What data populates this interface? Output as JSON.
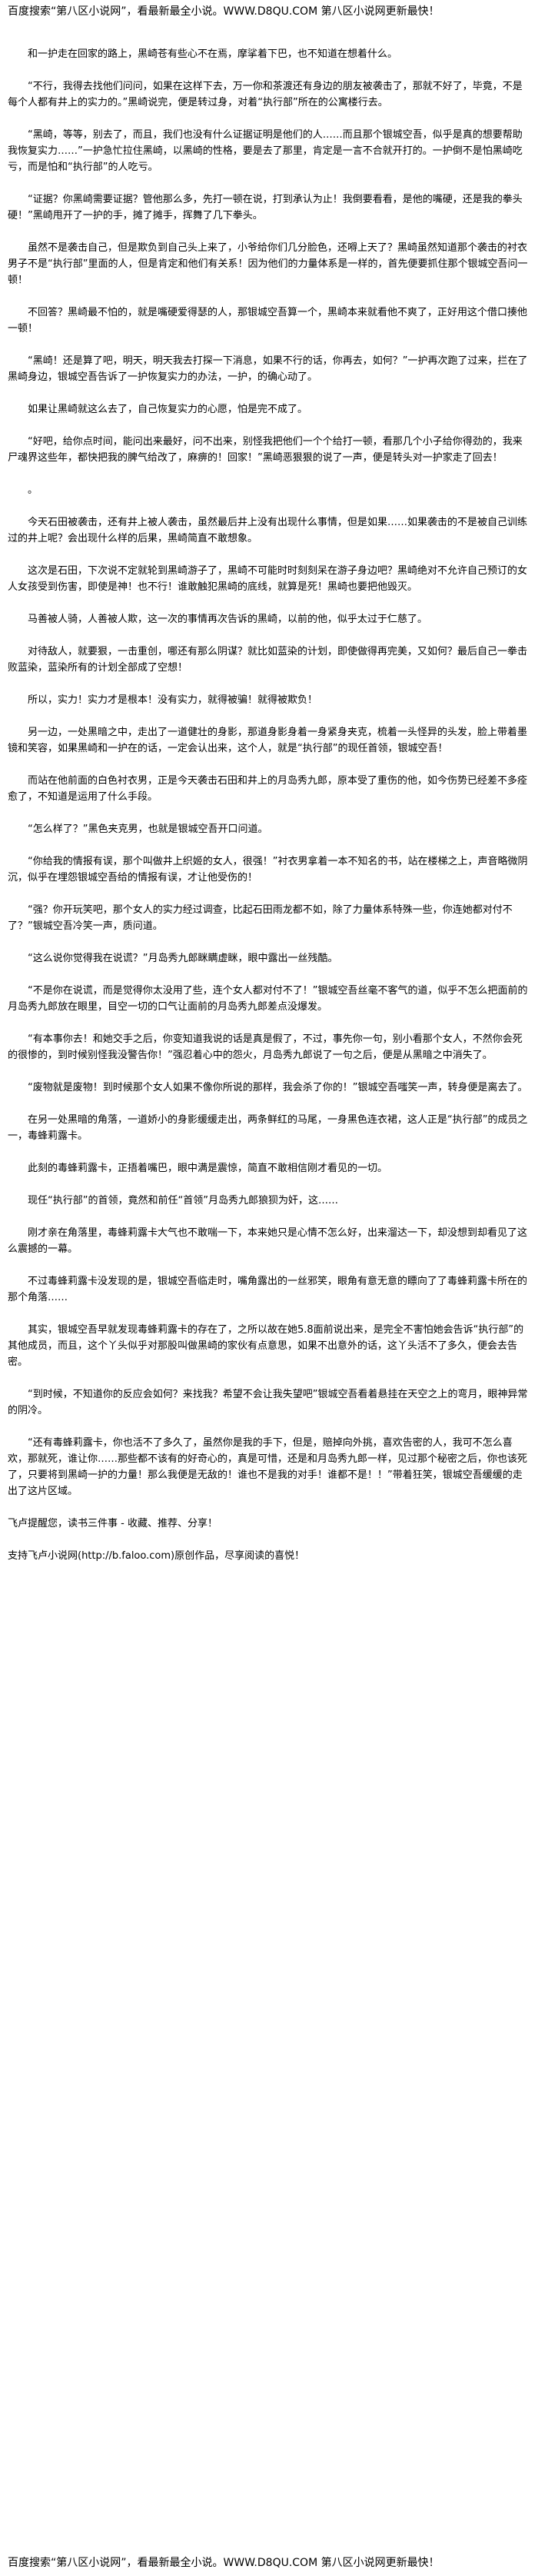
{
  "header_banner": "百度搜索“第八区小说网”，看最新最全小说。WWW.D8QU.COM  第八区小说网更新最快！",
  "paragraphs": [
    "和一护走在回家的路上，黑崎苍有些心不在焉，摩挲着下巴，也不知道在想着什么。",
    "“不行，我得去找他们问问，如果在这样下去，万一你和茶渡还有身边的朋友被袭击了，那就不好了，毕竟，不是每个人都有井上的实力的。”黑崎说完，便是转过身，对着“执行部”所在的公寓楼行去。",
    "“黑崎，等等，别去了，而且，我们也没有什么证据证明是他们的人……而且那个银城空吾，似乎是真的想要帮助我恢复实力……”一护急忙拉住黑崎，以黑崎的性格，要是去了那里，肯定是一言不合就开打的。一护倒不是怕黑崎吃亏，而是怕和“执行部”的人吃亏。",
    "“证据？你黑崎需要证据？管他那么多，先打一顿在说，打到承认为止！我倒要看看，是他的嘴硬，还是我的拳头硬！”黑崎甩开了一护的手，摊了摊手，挥舞了几下拳头。",
    "虽然不是袭击自己，但是欺负到自己头上来了，小爷给你们几分脸色，还嘚上天了？黑崎虽然知道那个袭击的衬衣男子不是“执行部”里面的人，但是肯定和他们有关系！因为他们的力量体系是一样的，首先便要抓住那个银城空吾问一顿！",
    "不回答？黑崎最不怕的，就是嘴硬爱得瑟的人，那银城空吾算一个，黑崎本来就看他不爽了，正好用这个借口揍他一顿！",
    "“黑崎！还是算了吧，明天，明天我去打探一下消息，如果不行的话，你再去，如何？”一护再次跑了过来，拦在了黑崎身边，银城空吾告诉了一护恢复实力的办法，一护，的确心动了。",
    "如果让黑崎就这么去了，自己恢复实力的心愿，怕是完不成了。",
    "“好吧，给你点时间，能问出来最好，问不出来，别怪我把他们一个个给打一顿，看那几个小子给你得劲的，我来尸魂界这些年，都快把我的脾气给改了，麻痹的！回家！”黑崎恶狠狠的说了一声，便是转头对一护家走了回去！",
    "。",
    "今天石田被袭击，还有井上被人袭击，虽然最后井上没有出现什么事情，但是如果……如果袭击的不是被自己训练过的井上呢？会出现什么样的后果，黑崎简直不敢想象。",
    "这次是石田，下次说不定就轮到黑崎游子了，黑崎不可能时时刻刻呆在游子身边吧？黑崎绝对不允许自己预订的女人女孩受到伤害，即使是神！也不行！谁敢触犯黑崎的底线，就算是死！黑崎也要把他毁灭。",
    "马善被人骑，人善被人欺，这一次的事情再次告诉的黑崎，以前的他，似乎太过于仁慈了。",
    "对待敌人，就要狠，一击重创，哪还有那么阴谋？就比如蓝染的计划，即使做得再完美，又如何？最后自己一拳击败蓝染，蓝染所有的计划全部成了空想！",
    "所以，实力！实力才是根本！没有实力，就得被骗！就得被欺负！",
    "另一边，一处黑暗之中，走出了一道健壮的身影，那道身影身着一身紧身夹克，梳着一头怪异的头发，脸上带着墨镜和笑容，如果黑崎和一护在的话，一定会认出来，这个人，就是“执行部”的现任首领，银城空吾！",
    "而站在他前面的白色衬衣男，正是今天袭击石田和井上的月岛秀九郎，原本受了重伤的他，如今伤势已经差不多痊愈了，不知道是运用了什么手段。",
    "“怎么样了？”黑色夹克男，也就是银城空吾开口问道。",
    "“你给我的情报有误，那个叫做井上织姬的女人，很强！”衬衣男拿着一本不知名的书，站在楼梯之上，声音略微阴沉，似乎在埋怨银城空吾给的情报有误，才让他受伤的！",
    "“强？你开玩笑吧，那个女人的实力经过调查，比起石田雨龙都不如，除了力量体系特殊一些，你连她都对付不了？”银城空吾冷笑一声，质问道。",
    "“这么说你觉得我在说谎？”月岛秀九郎眯瞒虚眯，眼中露出一丝残酷。",
    "“不是你在说谎，而是觉得你太没用了些，连个女人都对付不了！”银城空吾丝毫不客气的道，似乎不怎么把面前的月岛秀九郎放在眼里，目空一切的口气让面前的月岛秀九郎差点没爆发。",
    "“有本事你去！和她交手之后，你变知道我说的话是真是假了，不过，事先你一句，别小看那个女人，不然你会死的很惨的，到时候别怪我没警告你！”强忍着心中的怨火，月岛秀九郎说了一句之后，便是从黑暗之中消失了。",
    "“废物就是废物！到时候那个女人如果不像你所说的那样，我会杀了你的！”银城空吾嗤笑一声，转身便是离去了。",
    "在另一处黑暗的角落，一道娇小的身影缓缓走出，两条鲜红的马尾，一身黑色连衣裙，这人正是“执行部”的成员之一，毒蜂莉露卡。",
    "此刻的毒蜂莉露卡，正捂着嘴巴，眼中满是震惊，简直不敢相信刚才看见的一切。",
    "现任“执行部”的首领，竟然和前任“首领”月岛秀九郎狼狈为奸，这……",
    "刚才亲在角落里，毒蜂莉露卡大气也不敢喘一下，本来她只是心情不怎么好，出来溜达一下，却没想到却看见了这么震撼的一幕。",
    "不过毒蜂莉露卡没发现的是，银城空吾临走时，嘴角露出的一丝邪笑，眼角有意无意的瞟向了了毒蜂莉露卡所在的那个角落……",
    "其实，银城空吾早就发现毒蜂莉露卡的存在了，之所以故在她5.8面前说出来，是完全不害怕她会告诉“执行部”的其他成员，而且，这个丫头似乎对那股叫做黑崎的家伙有点意思，如果不出意外的话，这丫头活不了多久，便会去告密。",
    "“到时候，不知道你的反应会如何？来找我？希望不会让我失望吧”银城空吾看着悬挂在天空之上的弯月，眼神异常的阴冷。",
    "“还有毒蜂莉露卡，你也活不了多久了，虽然你是我的手下，但是，赔掉向外挑，喜欢告密的人，我可不怎么喜欢，那就死，谁让你……那些都不该有的好奇心的，真是可惜，还是和月岛秀九郎一样，见过那个秘密之后，你也该死了，只要将到黑崎一护的力量！那么我便是无敌的！谁也不是我的对手！谁都不是！！”带着狂笑，银城空吾缓缓的走出了这片区域。"
  ],
  "footer_note_1": "飞卢提醒您，读书三件事 - 收藏、推荐、分享！",
  "footer_note_2": "支持飞卢小说网(http://b.faloo.com)原创作品，尽享阅读的喜悦！",
  "footer_banner": "百度搜索“第八区小说网”，看最新最全小说。WWW.D8QU.COM  第八区小说网更新最快！"
}
